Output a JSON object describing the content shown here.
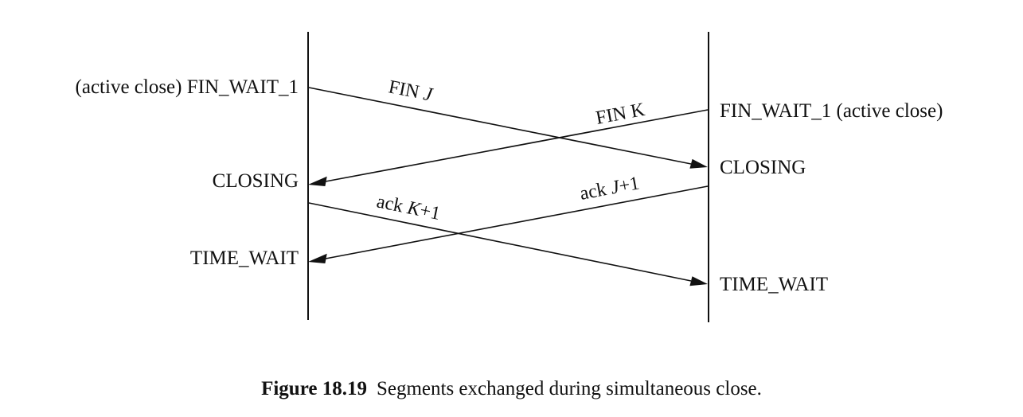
{
  "states": {
    "left_fin_wait_1": "(active close) FIN_WAIT_1",
    "left_closing": "CLOSING",
    "left_time_wait": "TIME_WAIT",
    "right_fin_wait_1": "FIN_WAIT_1 (active close)",
    "right_closing": "CLOSING",
    "right_time_wait": "TIME_WAIT"
  },
  "segments": {
    "fin_j": {
      "prefix": "FIN ",
      "italic": "J",
      "suffix": ""
    },
    "fin_k": {
      "prefix": "FIN K",
      "italic": "",
      "suffix": ""
    },
    "ack_k1": {
      "prefix": "ack ",
      "italic": "K",
      "suffix": "+1"
    },
    "ack_j1": {
      "prefix": "ack ",
      "italic": "J",
      "suffix": "+1"
    }
  },
  "caption": {
    "number": "Figure 18.19",
    "text": "Segments exchanged during simultaneous close."
  }
}
